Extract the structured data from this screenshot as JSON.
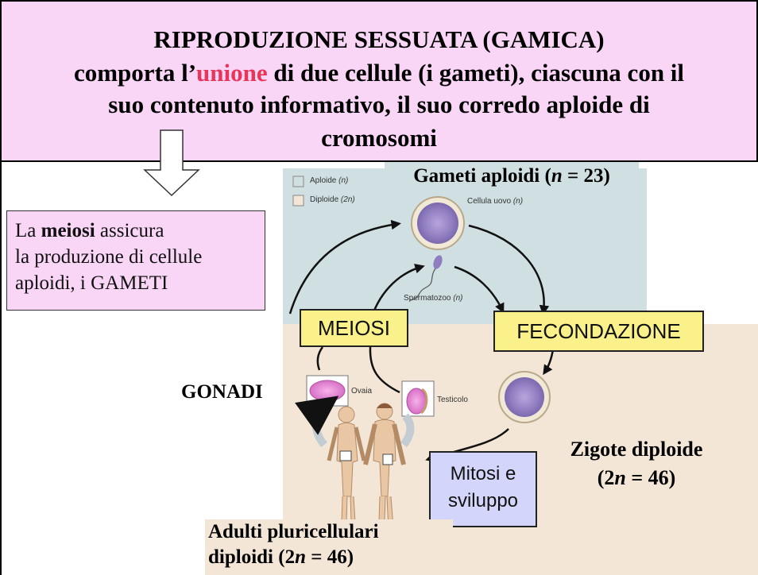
{
  "header": {
    "line1": "RIPRODUZIONE SESSUATA (GAMICA)",
    "line2_pre": "comporta l’",
    "line2_highlight": "unione",
    "line2_post": " di due cellule (i gameti), ciascuna con il",
    "line3": "suo contenuto informativo, il suo corredo aploide di",
    "line4": "cromosomi"
  },
  "meiosi_box": {
    "pre": "La ",
    "bold": "meiosi",
    "post": " assicura",
    "line2": "la produzione di cellule",
    "line3": "aploidi, i GAMETI"
  },
  "legend": {
    "haploid": "Aploide",
    "haploid_sym": "(n)",
    "diploid": "Diploide",
    "diploid_sym": "(2n)",
    "haploid_color": "#cfdfe2",
    "diploid_color": "#f3e6d6"
  },
  "labels": {
    "gameti_pre": "Gameti aploidi (",
    "gameti_n": "n",
    "gameti_post": " = 23)",
    "cellula_uovo": "Cellula uovo",
    "cellula_uovo_sym": "(n)",
    "spermatozoo": "Spermatozoo",
    "spermatozoo_sym": "(n)",
    "meiosi": "MEIOSI",
    "fecondazione": "FECONDAZIONE",
    "gonadi": "GONADI",
    "ovaia": "Ovaia",
    "testicolo": "Testicolo",
    "zigote_line1": "Zigote diploide",
    "zigote_pre": "(2",
    "zigote_n": "n",
    "zigote_post": " = 46)",
    "mitosi_line1": "Mitosi e",
    "mitosi_line2": "sviluppo",
    "adulti_line1": "Adulti pluricellulari",
    "adulti_pre": "diploidi (2",
    "adulti_n": "n",
    "adulti_post": " = 46)"
  },
  "colors": {
    "header_bg": "#f9d5f6",
    "highlight": "#e8365a",
    "label_yellow": "#fbf18a",
    "label_blue": "#d4d5fa",
    "cell_purple": "#9a86c4"
  }
}
